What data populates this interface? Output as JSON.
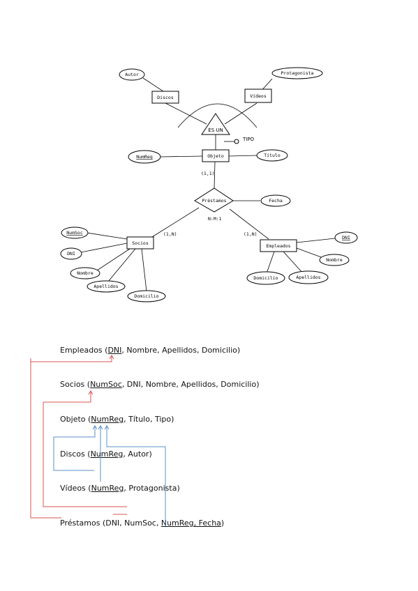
{
  "er": {
    "entities": {
      "discos": "Discos",
      "videos": "Vídeos",
      "objeto": "Objeto",
      "socios": "Socios",
      "empleados": "Empleados"
    },
    "attributes": {
      "autor": "Autor",
      "protagonista": "Protagonista",
      "numreg": "NumReg",
      "titulo": "Título",
      "fecha": "Fecha",
      "numsoc": "NumSoc",
      "dni_socio": "DNI",
      "nombre_socio": "Nombre",
      "apellidos_socio": "Apellidos",
      "domicilio_socio": "Domicilio",
      "dni_emp": "DNI",
      "nombre_emp": "Nombre",
      "apellidos_emp": "Apellidos",
      "domicilio_emp": "Domicilio"
    },
    "isa_label": "ES UN",
    "tipo_label": "TIPO",
    "relationship": "Préstamos",
    "card_objeto": "(1,1)",
    "card_relation": "N:M:1",
    "card_socios": "(1,N)",
    "card_empleados": "(1,N)"
  },
  "relations": [
    {
      "name": "Empleados (",
      "pk": "DNI",
      "rest": ", Nombre, Apellidos, Domicilio)"
    },
    {
      "name": "Socios (",
      "pk": "NumSoc",
      "rest": ", DNI, Nombre, Apellidos, Domicilio)"
    },
    {
      "name": "Objeto (",
      "pk": "NumReg",
      "rest": ", Título, Tipo)"
    },
    {
      "name": "Discos (",
      "pk": "NumReg",
      "rest": ", Autor)"
    },
    {
      "name": "Vídeos (",
      "pk": "NumReg",
      "rest": ", Protagonista)"
    },
    {
      "name": "Préstamos (DNI, NumSoc, ",
      "pk": "NumReg, Fecha",
      "rest": ")"
    }
  ],
  "colors": {
    "fk_red": "#d9534f",
    "fk_blue": "#5b8fc9"
  }
}
